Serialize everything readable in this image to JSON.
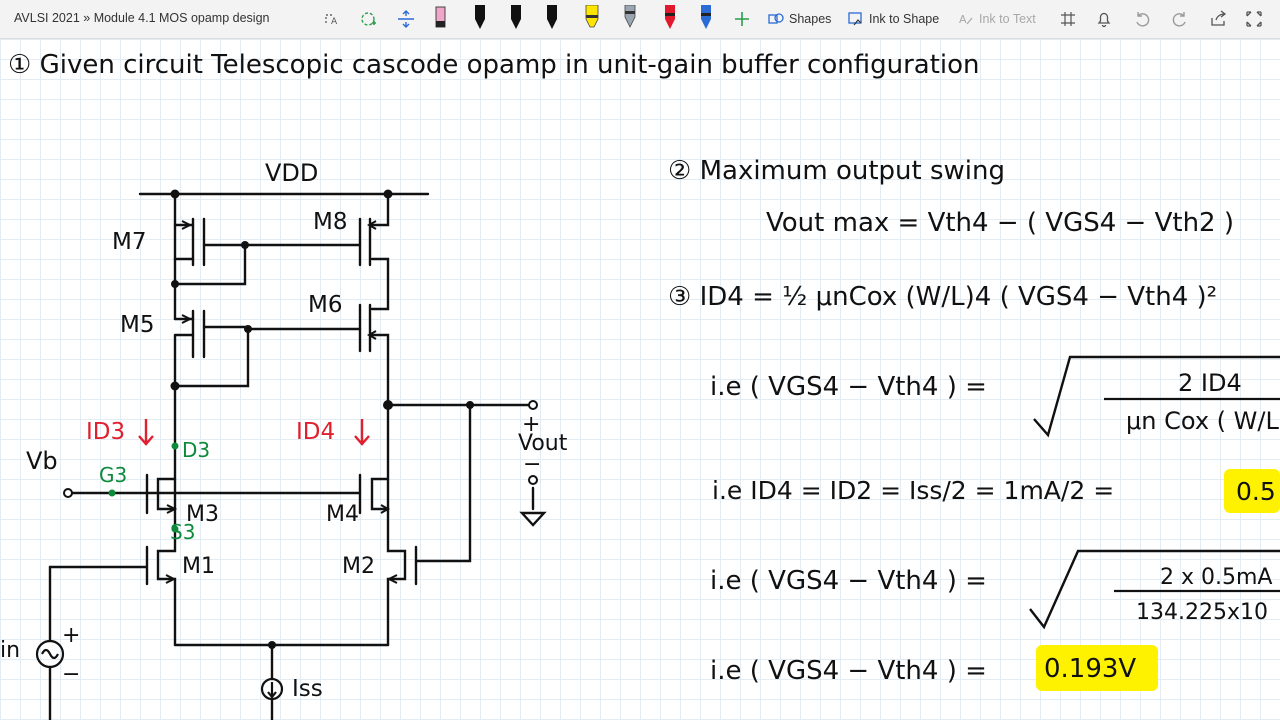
{
  "toolbar": {
    "breadcrumb": "AVLSI 2021 » Module 4.1 MOS opamp design",
    "shapes_label": "Shapes",
    "ink_to_shape_label": "Ink to Shape",
    "ink_to_text_label": "Ink to Text",
    "icons": [
      "lasso-select-icon",
      "add-space-icon",
      "insert-space-icon",
      "eraser-icon",
      "pen-icon",
      "highlighter-icon",
      "add-pen-icon",
      "shapes-icon",
      "ink-to-shape-icon",
      "ink-to-text-icon",
      "ink-replay-icon",
      "bell-icon",
      "undo-icon",
      "redo-icon",
      "share-icon",
      "fullscreen-icon"
    ],
    "pen_colors": [
      "#f0a6c8",
      "#111111",
      "#111111",
      "#111111",
      "#111111",
      "#ffe600",
      "#9aa7b3",
      "#e01a2a",
      "#2a6bd6"
    ]
  },
  "note": {
    "title": "① Given circuit Telescopic cascode opamp in unit-gain buffer configuration",
    "section2": "② Maximum output swing",
    "eq2": "Vout max = Vth4 − ( VGS4 − Vth2 )",
    "section3": "③ ID4 = ½ μnCox (W/L)4 ( VGS4 − Vth4 )²",
    "line1_lhs": "i.e ( VGS4 − Vth4 ) =",
    "line1_rhs_num": "2 ID4",
    "line1_rhs_den": "μn Cox ( W/L",
    "line2": "i.e  ID4 = ID2 = Iss/2 = 1mA/2 =",
    "line2_result": "0.5",
    "line3_lhs": "i.e ( VGS4 − Vth4 ) =",
    "line3_num": "2 x 0.5mA",
    "line3_den": "134.225x10",
    "line4_lhs": "i.e ( VGS4 − Vth4 ) =",
    "line4_result": "0.193V"
  },
  "circuit": {
    "vdd": "VDD",
    "vout": "Vout",
    "vb": "Vb",
    "vin": "in",
    "iss": "Iss",
    "id3": "ID3",
    "id4": "ID4",
    "d3": "D3",
    "g3": "G3",
    "s3": "S3",
    "m1": "M1",
    "m2": "M2",
    "m3": "M3",
    "m4": "M4",
    "m5": "M5",
    "m6": "M6",
    "m7": "M7",
    "m8": "M8",
    "plus": "+",
    "minus": "−"
  },
  "colors": {
    "ink": "#111111",
    "red": "#e0202e",
    "green": "#0d8a3c",
    "highlight": "#fff200",
    "grid": "#e3ebf3"
  }
}
